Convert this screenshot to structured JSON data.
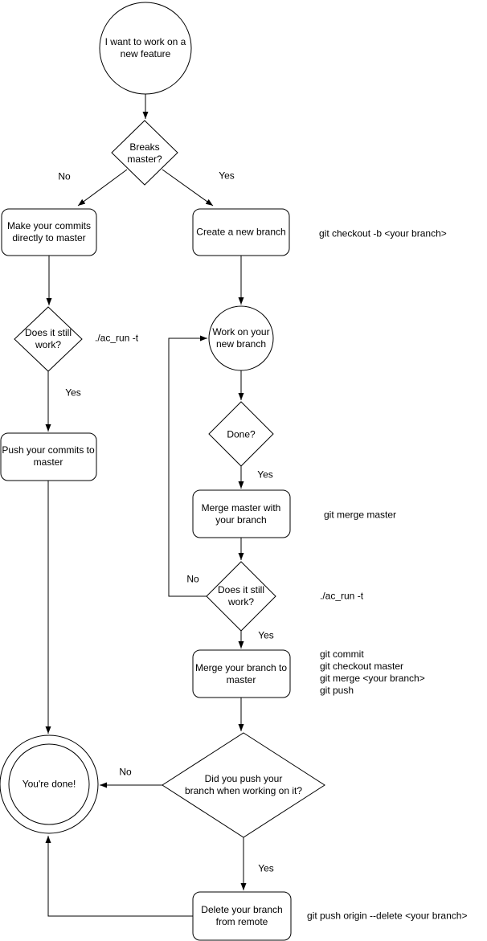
{
  "diagram": {
    "background": "#ffffff",
    "stroke_color": "#000000",
    "node_fill": "#ffffff",
    "nodes": {
      "start": {
        "type": "circle",
        "label": "I want to work on a\nnew feature"
      },
      "breaks_master": {
        "type": "diamond",
        "label": "Breaks\nmaster?"
      },
      "make_commits": {
        "type": "rounded-rect",
        "label": "Make your commits\ndirectly to master"
      },
      "create_branch": {
        "type": "rounded-rect",
        "label": "Create a new branch"
      },
      "still_work_1": {
        "type": "diamond",
        "label": "Does it still\nwork?"
      },
      "push_commits": {
        "type": "rounded-rect",
        "label": "Push your commits to\nmaster"
      },
      "work_branch": {
        "type": "circle",
        "label": "Work on your\nnew branch"
      },
      "done_q": {
        "type": "diamond",
        "label": "Done?"
      },
      "merge_master": {
        "type": "rounded-rect",
        "label": "Merge master with\nyour branch"
      },
      "still_work_2": {
        "type": "diamond",
        "label": "Does it still\nwork?"
      },
      "merge_branch": {
        "type": "rounded-rect",
        "label": "Merge your branch to\nmaster"
      },
      "did_push": {
        "type": "diamond",
        "label": "Did you push your\nbranch when working on it?"
      },
      "youre_done": {
        "type": "double-circle",
        "label": "You're done!"
      },
      "delete_branch": {
        "type": "rounded-rect",
        "label": "Delete your branch\nfrom remote"
      }
    },
    "edge_labels": {
      "breaks_no": "No",
      "breaks_yes": "Yes",
      "still1_yes": "Yes",
      "done_yes": "Yes",
      "still2_no": "No",
      "still2_yes": "Yes",
      "didpush_no": "No",
      "didpush_yes": "Yes"
    },
    "annotations": {
      "checkout_cmd": "git checkout -b <your branch>",
      "ac_run_1": "./ac_run -t",
      "merge_master_cmd": "git merge master",
      "ac_run_2": "./ac_run -t",
      "merge_branch_cmds": "git commit\ngit checkout master\ngit merge <your branch>\ngit push",
      "delete_cmd": "git push origin --delete <your branch>"
    },
    "edges": [
      {
        "from": "start",
        "to": "breaks_master",
        "label": ""
      },
      {
        "from": "breaks_master",
        "to": "make_commits",
        "label": "No"
      },
      {
        "from": "breaks_master",
        "to": "create_branch",
        "label": "Yes"
      },
      {
        "from": "make_commits",
        "to": "still_work_1",
        "label": ""
      },
      {
        "from": "still_work_1",
        "to": "push_commits",
        "label": "Yes"
      },
      {
        "from": "push_commits",
        "to": "youre_done",
        "label": ""
      },
      {
        "from": "create_branch",
        "to": "work_branch",
        "label": ""
      },
      {
        "from": "work_branch",
        "to": "done_q",
        "label": ""
      },
      {
        "from": "done_q",
        "to": "merge_master",
        "label": "Yes"
      },
      {
        "from": "merge_master",
        "to": "still_work_2",
        "label": ""
      },
      {
        "from": "still_work_2",
        "to": "work_branch",
        "label": "No"
      },
      {
        "from": "still_work_2",
        "to": "merge_branch",
        "label": "Yes"
      },
      {
        "from": "merge_branch",
        "to": "did_push",
        "label": ""
      },
      {
        "from": "did_push",
        "to": "youre_done",
        "label": "No"
      },
      {
        "from": "did_push",
        "to": "delete_branch",
        "label": "Yes"
      },
      {
        "from": "delete_branch",
        "to": "youre_done",
        "label": ""
      }
    ]
  }
}
